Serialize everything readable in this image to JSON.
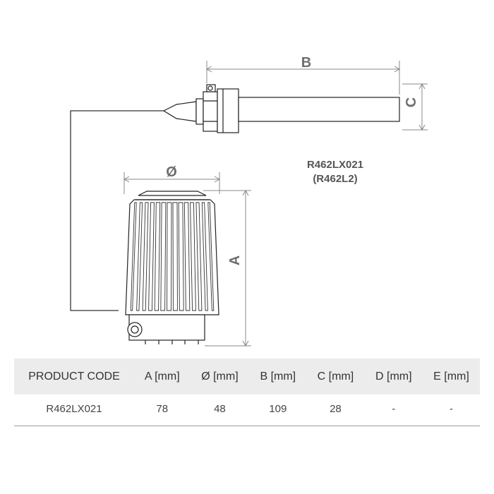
{
  "diagram": {
    "label_b": "B",
    "label_c": "C",
    "label_diameter": "Ø",
    "label_a": "A",
    "product_code": "R462LX021",
    "product_code_alt": "(R462L2)"
  },
  "table": {
    "headers": [
      "PRODUCT CODE",
      "A [mm]",
      "Ø [mm]",
      "B [mm]",
      "C [mm]",
      "D [mm]",
      "E [mm]"
    ],
    "rows": [
      [
        "R462LX021",
        "78",
        "48",
        "109",
        "28",
        "-",
        "-"
      ]
    ]
  }
}
